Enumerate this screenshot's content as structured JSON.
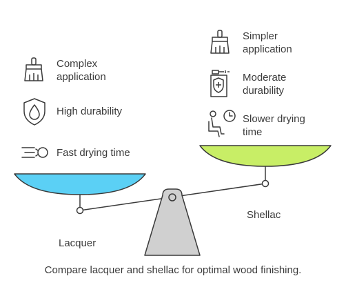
{
  "left": {
    "name": "Lacquer",
    "features": [
      {
        "label": "Complex\napplication",
        "icon": "paint-brush-icon"
      },
      {
        "label": "High durability",
        "icon": "shield-drop-icon"
      },
      {
        "label": "Fast drying time",
        "icon": "fast-speed-icon"
      }
    ],
    "pan_color": "#5bd0f5"
  },
  "right": {
    "name": "Shellac",
    "features": [
      {
        "label": "Simpler\napplication",
        "icon": "paint-brush-icon"
      },
      {
        "label": "Moderate\ndurability",
        "icon": "spray-protection-icon"
      },
      {
        "label": "Slower drying\ntime",
        "icon": "person-waiting-clock-icon"
      }
    ],
    "pan_color": "#c8ee66"
  },
  "caption": "Compare lacquer and shellac for optimal wood finishing.",
  "colors": {
    "fulcrum": "#d0d0d0",
    "outline": "#3a3a3a"
  }
}
